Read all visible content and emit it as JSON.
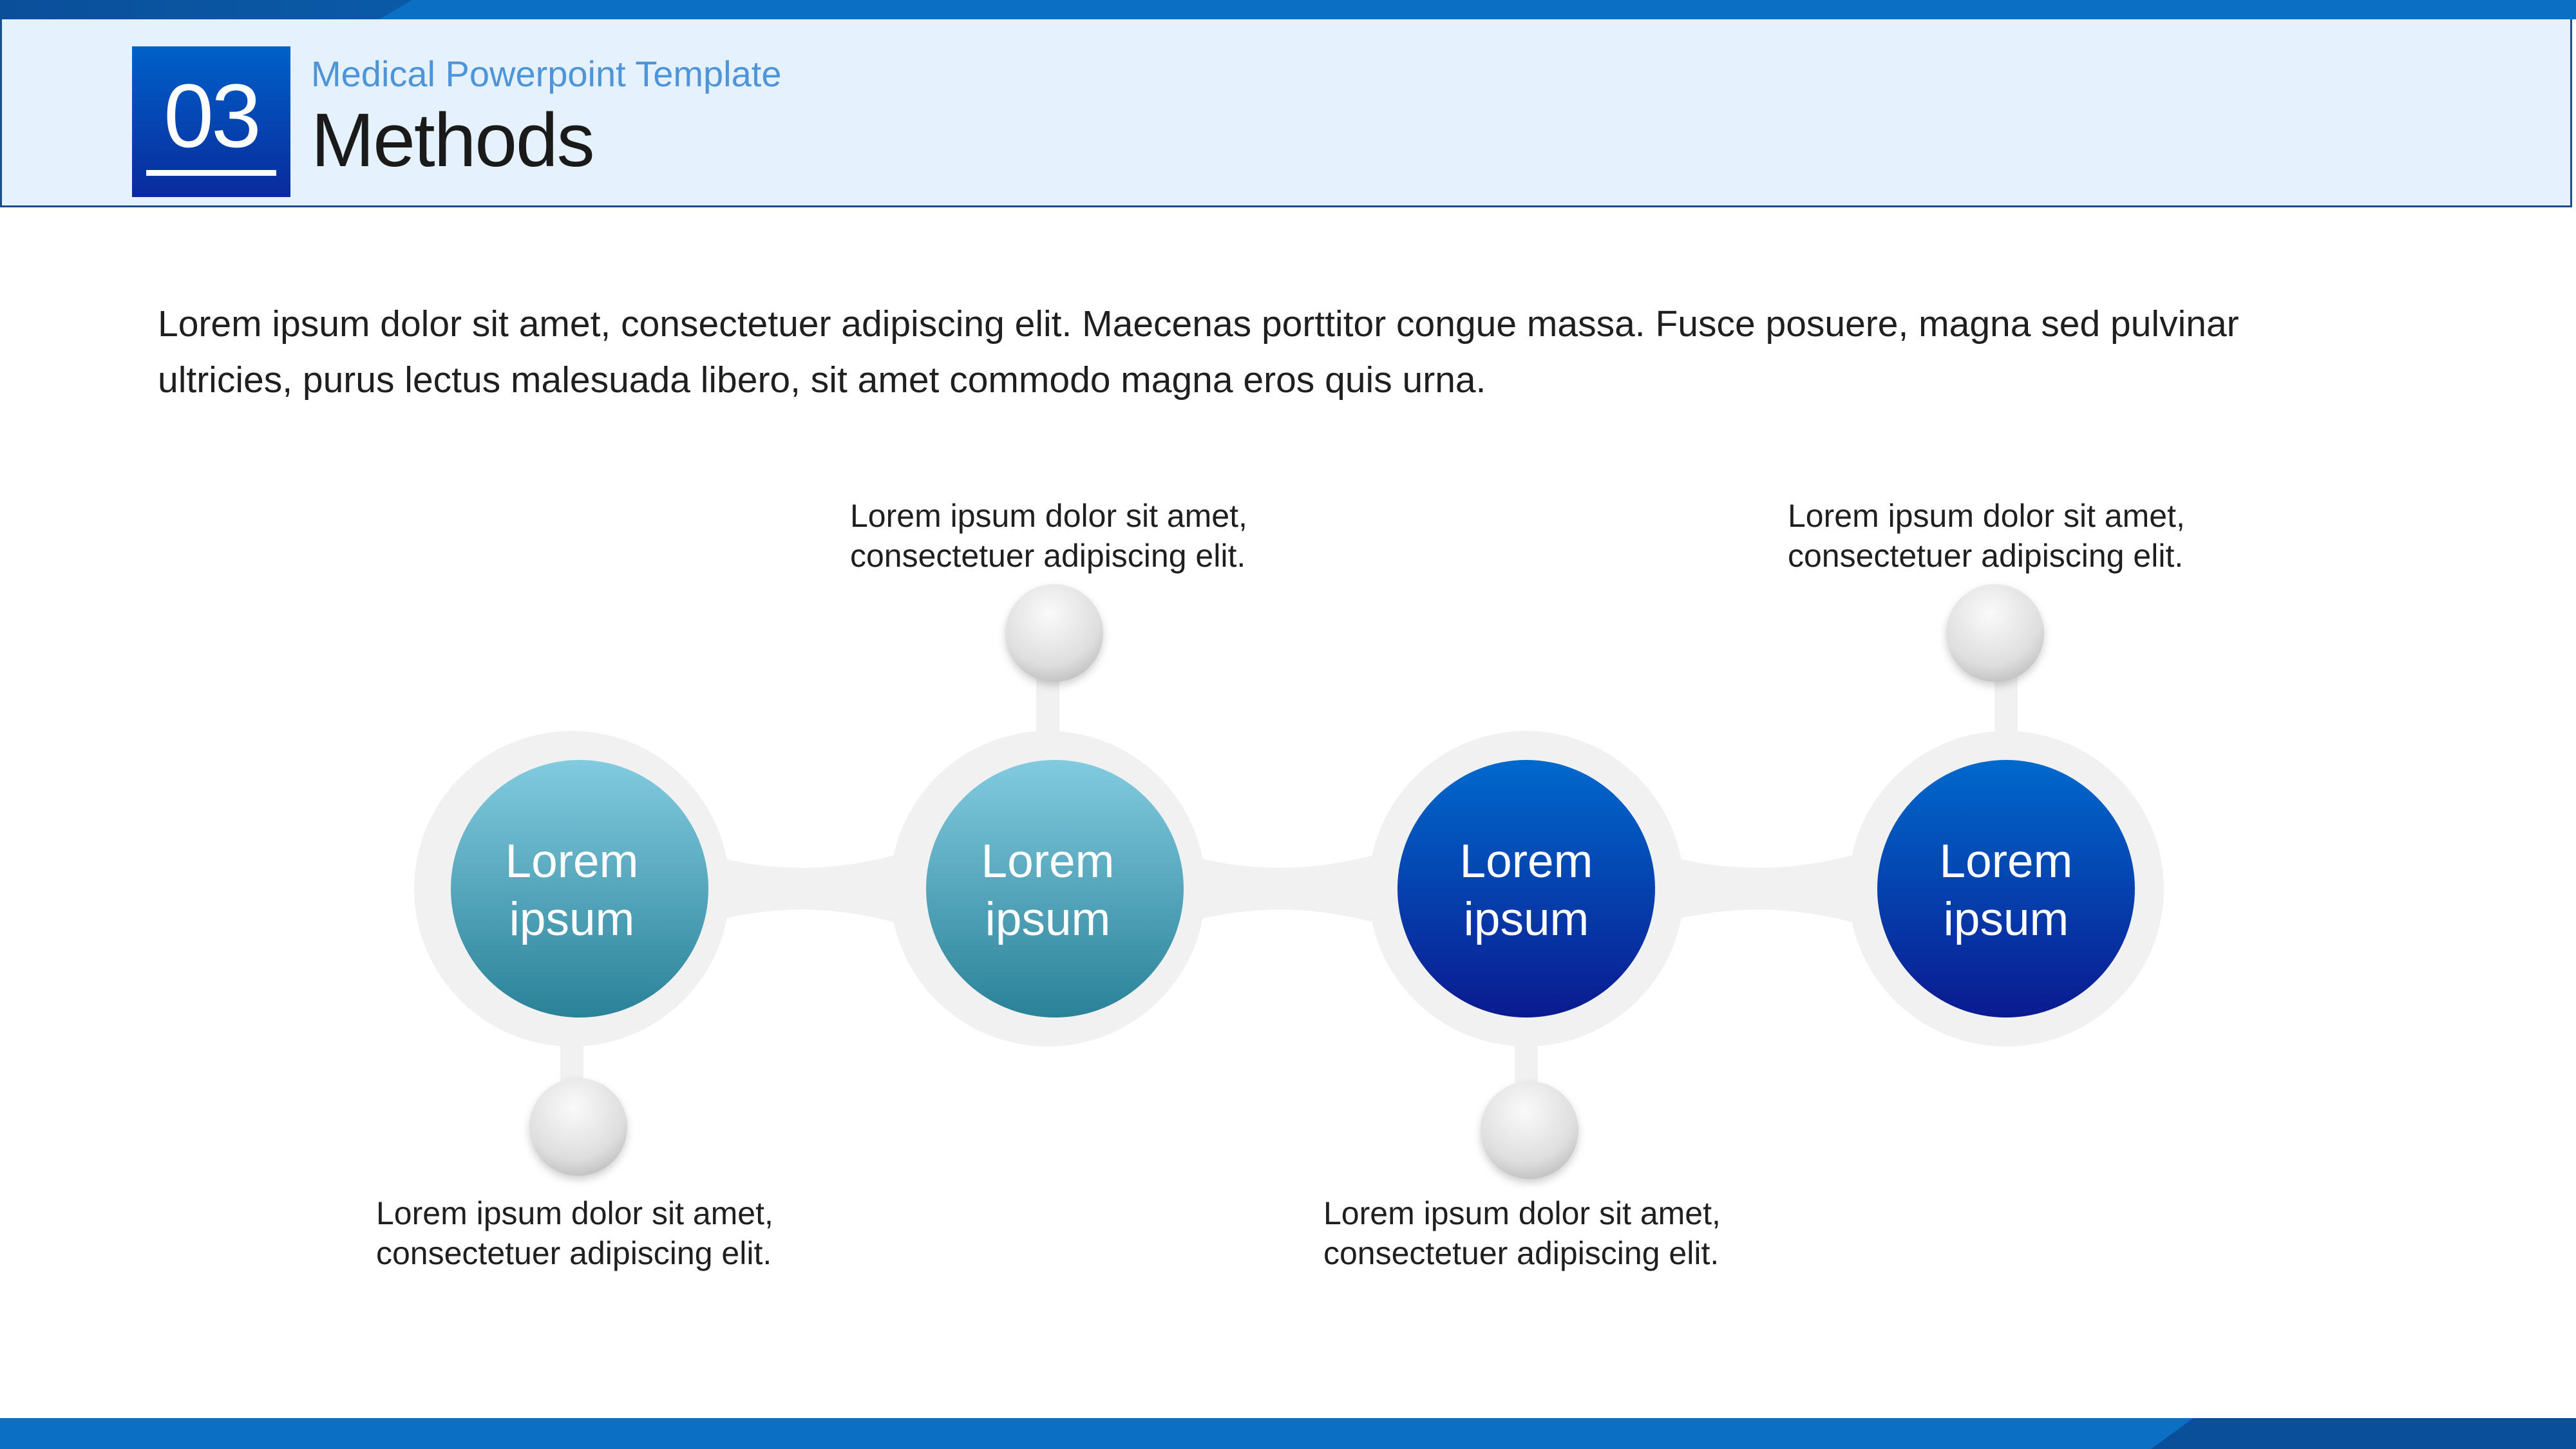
{
  "header": {
    "section_number": "03",
    "subtitle": "Medical Powerpoint Template",
    "title": "Methods"
  },
  "intro_text": "Lorem ipsum dolor sit amet, consectetuer adipiscing elit. Maecenas porttitor congue massa. Fusce posuere, magna sed pulvinar ultricies, purus lectus malesuada libero, sit amet commodo magna eros quis urna.",
  "steps": [
    {
      "label_line1": "Lorem",
      "label_line2": "ipsum",
      "callout_line1": "Lorem ipsum dolor sit amet,",
      "callout_line2": "consectetuer adipiscing elit.",
      "callout_position": "below",
      "color": "#2f8ea4"
    },
    {
      "label_line1": "Lorem",
      "label_line2": "ipsum",
      "callout_line1": "Lorem ipsum dolor sit amet,",
      "callout_line2": "consectetuer adipiscing elit.",
      "callout_position": "above",
      "color": "#2f8ea4"
    },
    {
      "label_line1": "Lorem",
      "label_line2": "ipsum",
      "callout_line1": "Lorem ipsum dolor sit amet,",
      "callout_line2": "consectetuer adipiscing elit.",
      "callout_position": "below",
      "color": "#0a2e9e"
    },
    {
      "label_line1": "Lorem",
      "label_line2": "ipsum",
      "callout_line1": "Lorem ipsum dolor sit amet,",
      "callout_line2": "consectetuer adipiscing elit.",
      "callout_position": "above",
      "color": "#0a2e9e"
    }
  ],
  "colors": {
    "accent": "#0b6fc4",
    "header_band": "#e5f1fc",
    "teal_top": "#7ec8dc",
    "teal_bottom": "#2b8399",
    "navy_top": "#0068cc",
    "navy_bottom": "#0a1e93",
    "track": "#f1f1f1"
  }
}
